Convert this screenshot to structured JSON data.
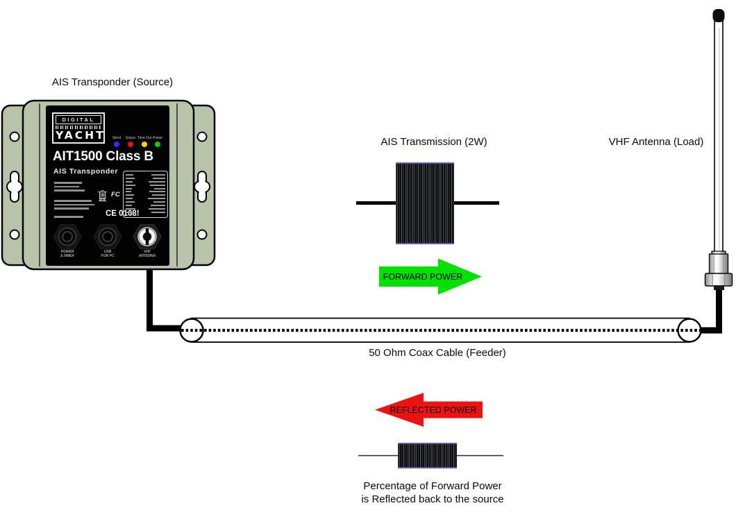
{
  "diagram": {
    "source_label": "AIS Transponder (Source)",
    "transmission_label": "AIS Transmission (2W)",
    "antenna_label": "VHF Antenna (Load)",
    "coax_label": "50 Ohm Coax Cable (Feeder)",
    "forward_arrow_label": "FORWARD POWER",
    "reflected_arrow_label": "REFLECTED POWER",
    "caption_line1": "Percentage of Forward Power",
    "caption_line2": "is Reflected back to the source"
  },
  "device": {
    "brand_line1": "DIGITAL",
    "brand_line2": "YACHT",
    "model": "AIT1500 Class B",
    "subtitle": "AIS Transponder",
    "leds": [
      {
        "label": "Silent",
        "color": "#2438e8"
      },
      {
        "label": "Status",
        "color": "#e81414"
      },
      {
        "label": "Time Out",
        "color": "#f5d800"
      },
      {
        "label": "Power",
        "color": "#0cc816"
      }
    ],
    "ce_mark": "CE 0168!",
    "fcc_mark": "FC",
    "spec_box_rows": 12,
    "connectors": [
      {
        "line1": "POWER",
        "line2": "& NMEA"
      },
      {
        "line1": "USB",
        "line2": "FOR PC"
      },
      {
        "line1": "VHF",
        "line2": "ANTENNA"
      }
    ]
  },
  "colors": {
    "forward_arrow": "#00e100",
    "reflected_arrow": "#ee1111",
    "case": "#b9c3aa"
  }
}
